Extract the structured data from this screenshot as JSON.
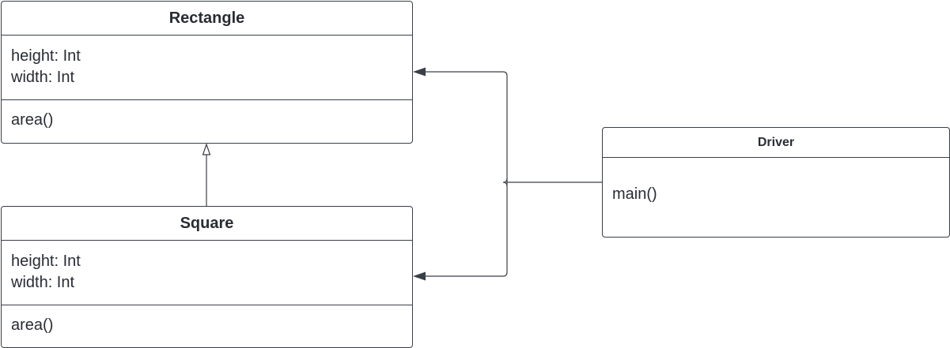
{
  "diagram": {
    "classes": [
      {
        "id": "rectangle",
        "name": "Rectangle",
        "attributes": [
          "height: Int",
          "width: Int"
        ],
        "operations": [
          "area()"
        ]
      },
      {
        "id": "square",
        "name": "Square",
        "attributes": [
          "height: Int",
          "width: Int"
        ],
        "operations": [
          "area()"
        ]
      },
      {
        "id": "driver",
        "name": "Driver",
        "attributes": [],
        "operations": [
          "main()"
        ]
      }
    ],
    "relationships": [
      {
        "type": "generalization",
        "from": "Square",
        "to": "Rectangle"
      },
      {
        "type": "association",
        "from": "Driver",
        "to": "Rectangle"
      },
      {
        "type": "association",
        "from": "Driver",
        "to": "Square"
      }
    ],
    "colors": {
      "line": "#3a3f47",
      "text": "#282c33",
      "background": "#ffffff"
    }
  }
}
